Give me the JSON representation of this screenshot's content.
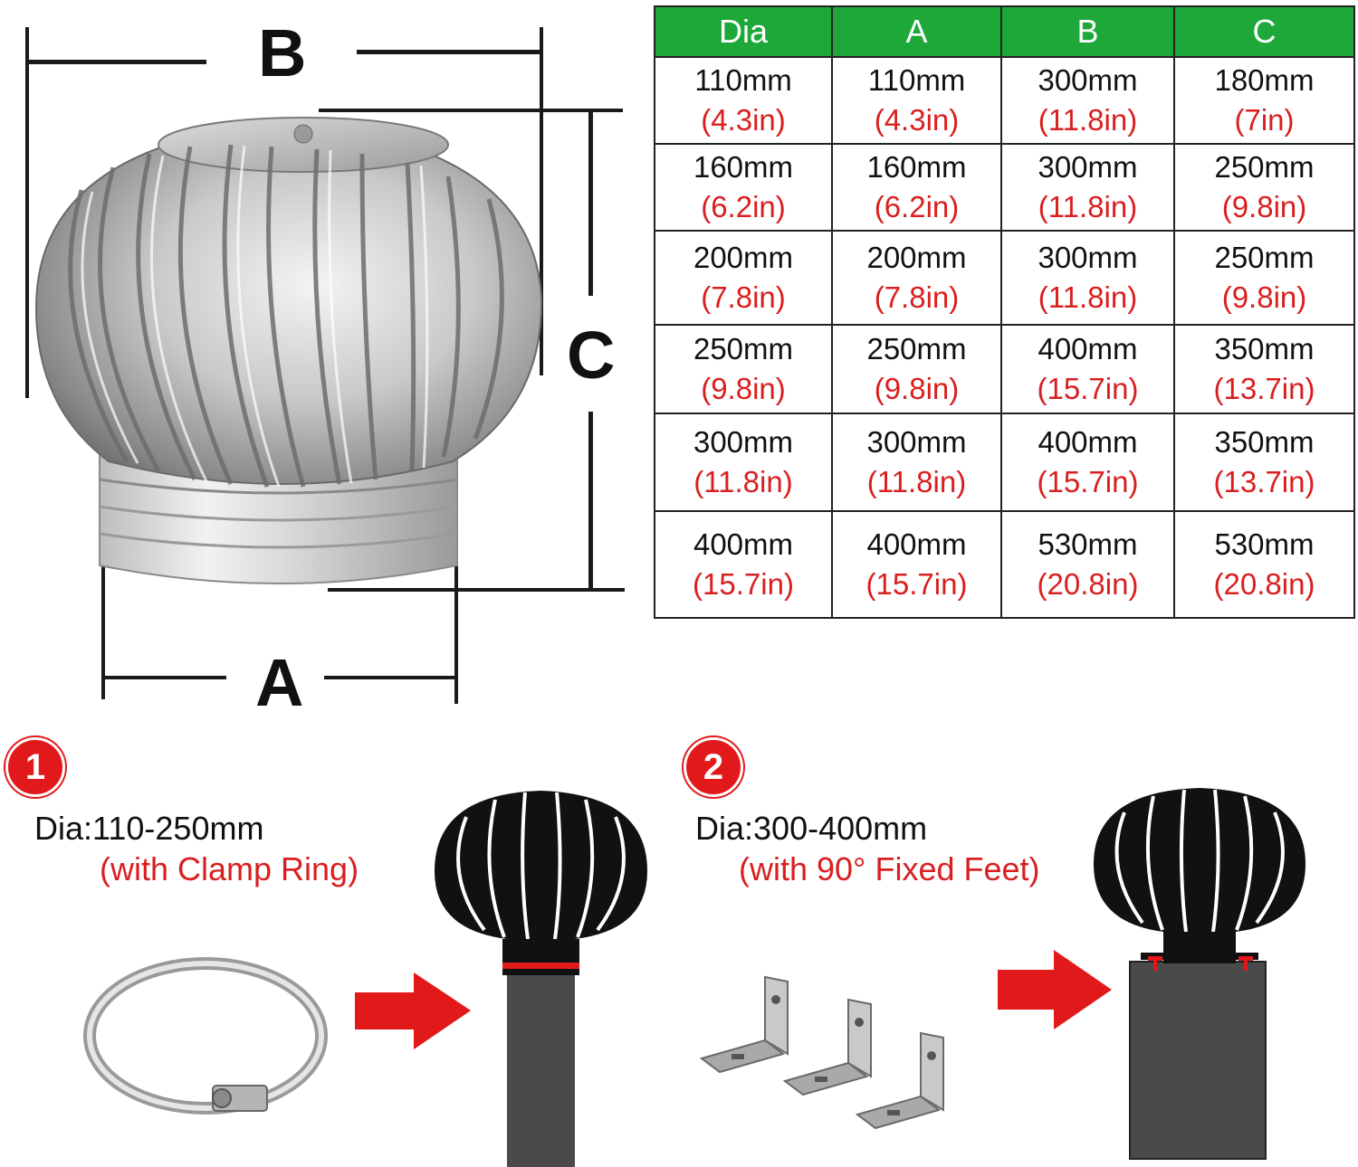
{
  "dimensions": {
    "b_label": "B",
    "c_label": "C",
    "a_label": "A"
  },
  "table": {
    "headers": [
      "Dia",
      "A",
      "B",
      "C"
    ],
    "rows": [
      [
        [
          "110mm",
          "(4.3in)"
        ],
        [
          "110mm",
          "(4.3in)"
        ],
        [
          "300mm",
          "(11.8in)"
        ],
        [
          "180mm",
          "(7in)"
        ]
      ],
      [
        [
          "160mm",
          "(6.2in)"
        ],
        [
          "160mm",
          "(6.2in)"
        ],
        [
          "300mm",
          "(11.8in)"
        ],
        [
          "250mm",
          "(9.8in)"
        ]
      ],
      [
        [
          "200mm",
          "(7.8in)"
        ],
        [
          "200mm",
          "(7.8in)"
        ],
        [
          "300mm",
          "(11.8in)"
        ],
        [
          "250mm",
          "(9.8in)"
        ]
      ],
      [
        [
          "250mm",
          "(9.8in)"
        ],
        [
          "250mm",
          "(9.8in)"
        ],
        [
          "400mm",
          "(15.7in)"
        ],
        [
          "350mm",
          "(13.7in)"
        ]
      ],
      [
        [
          "300mm",
          "(11.8in)"
        ],
        [
          "300mm",
          "(11.8in)"
        ],
        [
          "400mm",
          "(15.7in)"
        ],
        [
          "350mm",
          "(13.7in)"
        ]
      ],
      [
        [
          "400mm",
          "(15.7in)"
        ],
        [
          "400mm",
          "(15.7in)"
        ],
        [
          "530mm",
          "(20.8in)"
        ],
        [
          "530mm",
          "(20.8in)"
        ]
      ]
    ],
    "header_color": "#1ea83a"
  },
  "install_1": {
    "badge": "1",
    "dia_label": "Dia:",
    "dia_value": "110-250mm",
    "note": "(with Clamp Ring)"
  },
  "install_2": {
    "badge": "2",
    "dia_label": "Dia:",
    "dia_value": "300-400mm",
    "note": "(with 90° Fixed Feet)"
  },
  "colors": {
    "accent_red": "#e1191b",
    "text_red": "#d91f1f",
    "green": "#1ea83a"
  }
}
